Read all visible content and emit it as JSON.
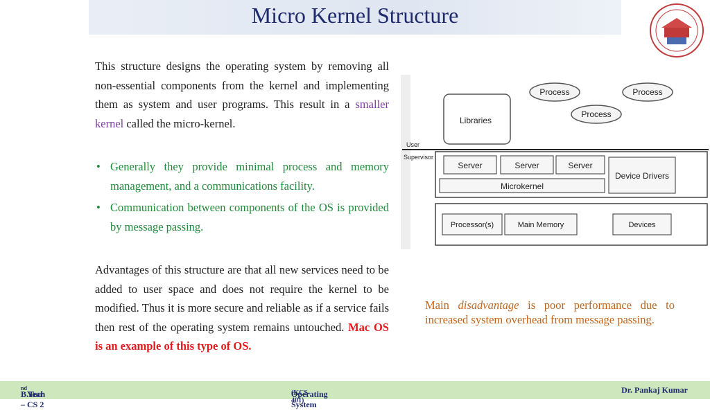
{
  "slide": {
    "title": "Micro Kernel Structure",
    "intro": {
      "part1": "This structure designs the operating system by removing all non-essential components from the kernel and implementing them as system and user programs. This result in a ",
      "highlight": "smaller kernel",
      "part2": " called the micro-kernel."
    },
    "bullets": [
      "Generally they provide minimal process and memory management, and a communications facility.",
      "Communication between components of the OS is provided by message passing."
    ],
    "advantages": {
      "text": "Advantages of this structure are that all new services need to be added to user space and does not require the kernel to be modified. Thus it is more secure and reliable as if a service fails then rest of the operating system remains untouched. ",
      "highlight": "Mac OS is an example of this type of OS."
    },
    "disadvantage": {
      "prefix": "Main ",
      "emphasis": "disadvantage",
      "suffix": " is poor performance due to increased system overhead from message passing."
    }
  },
  "diagram": {
    "libraries": "Libraries",
    "process": [
      "Process",
      "Process",
      "Process"
    ],
    "user_label": "User",
    "supervisor_label": "Supervisor",
    "servers": [
      "Server",
      "Server",
      "Server"
    ],
    "device_drivers": "Device Drivers",
    "microkernel": "Microkernel",
    "hardware": [
      "Processor(s)",
      "Main Memory",
      "Devices"
    ]
  },
  "footer": {
    "left_prefix": "B.Tech – CS 2",
    "left_sup": "nd",
    "left_suffix": " Year",
    "center": "Operating System",
    "center_code": "(KCS- 401)",
    "right": "Dr. Pankaj Kumar"
  },
  "colors": {
    "title": "#1f2a6d",
    "bullets": "#1f8a3a",
    "highlight_purple": "#7a3fa0",
    "highlight_red": "#e01b1b",
    "note": "#c0651a",
    "footer_bg": "#cfe7bd"
  }
}
